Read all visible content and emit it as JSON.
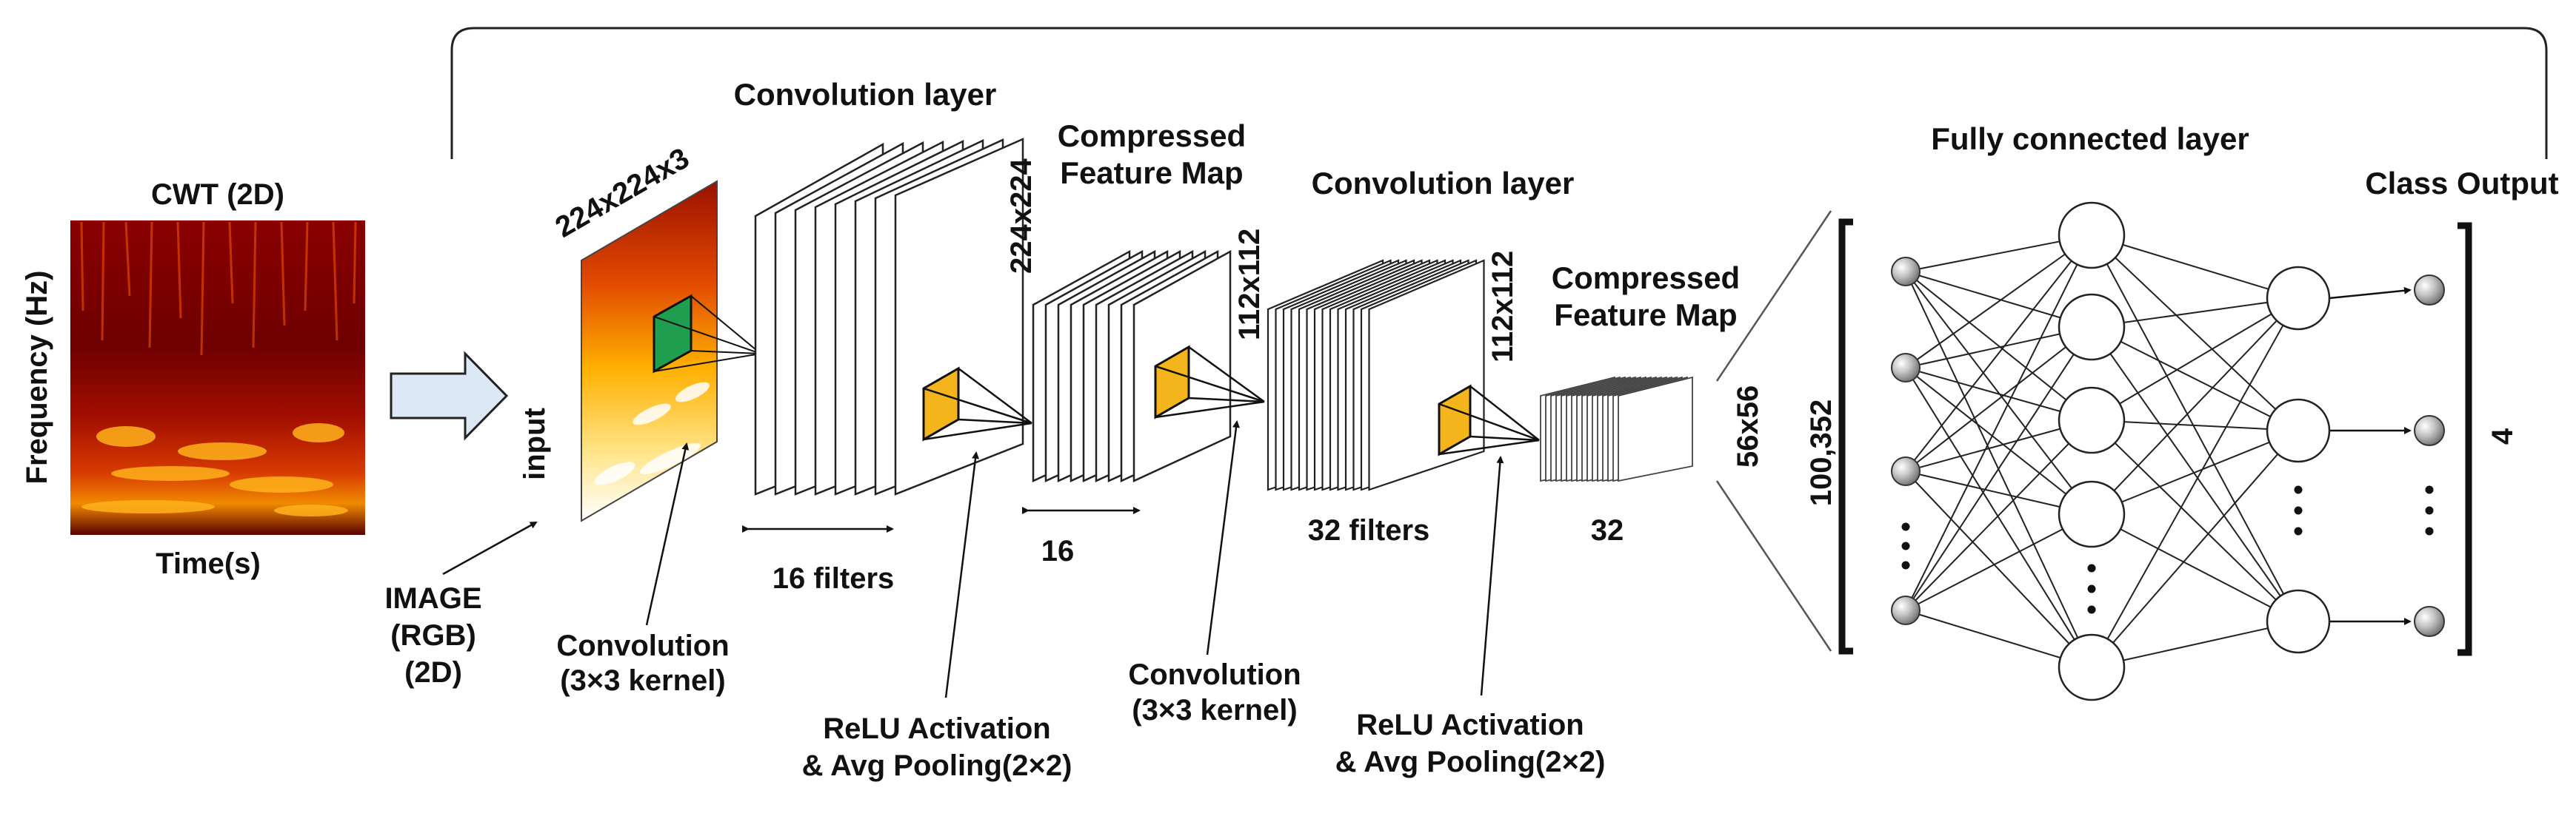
{
  "spectrogram": {
    "title": "CWT (2D)",
    "y_label": "Frequency (Hz)",
    "x_label": "Time(s)"
  },
  "input": {
    "label": "input",
    "size": "224x224x3",
    "source_line1": "IMAGE",
    "source_line2": "(RGB)",
    "source_line3": "(2D)"
  },
  "conv1": {
    "title": "Convolution layer",
    "size": "224x224",
    "filters": "16 filters",
    "kernel_line1": "Convolution",
    "kernel_line2": "(3×3 kernel)"
  },
  "pool1": {
    "title_line1": "Compressed",
    "title_line2": "Feature Map",
    "size": "112x112",
    "count": "16",
    "op_line1": "ReLU Activation",
    "op_line2": "& Avg Pooling(2×2)"
  },
  "conv2": {
    "title": "Convolution layer",
    "size": "112x112",
    "filters": "32 filters",
    "kernel_line1": "Convolution",
    "kernel_line2": "(3×3 kernel)"
  },
  "pool2": {
    "title_line1": "Compressed",
    "title_line2": "Feature Map",
    "size": "56x56",
    "count": "32",
    "op_line1": "ReLU Activation",
    "op_line2": "& Avg Pooling(2×2)"
  },
  "fully_connected": {
    "title": "Fully connected layer",
    "input_size": "100,352",
    "dots": "···"
  },
  "output": {
    "title": "Class Output",
    "count": "4"
  },
  "colors": {
    "kernel_input": "#1f9e50",
    "kernel_feature": "#f3b51b",
    "arrow_fill": "#dde8f6",
    "node_fill": "#bbbbbb"
  }
}
